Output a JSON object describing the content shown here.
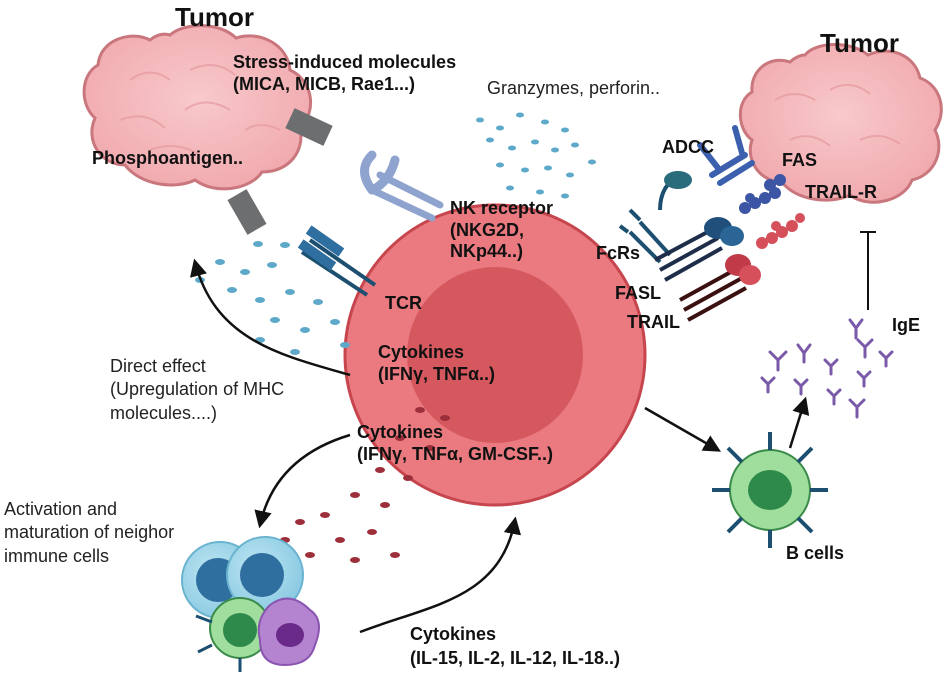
{
  "labels": {
    "tumor_left": "Tumor",
    "tumor_right": "Tumor",
    "stress_line1": "Stress-induced molecules",
    "stress_line2": "(MICA, MICB, Rae1...)",
    "phosphoantigen": "Phosphoantigen..",
    "granzymes": "Granzymes, perforin..",
    "adcc": "ADCC",
    "fas": "FAS",
    "trail_r": "TRAIL-R",
    "nk_line1": "NK receptor",
    "nk_line2": "(NKG2D,",
    "nk_line3": "NKp44..)",
    "fcrs": "FcRs",
    "fasl": "FASL",
    "trail": "TRAIL",
    "tcr": "TCR",
    "ige": "IgE",
    "cyto1_line1": "Cytokines",
    "cyto1_line2": "(IFNγ, TNFα..)",
    "direct_line1": "Direct effect",
    "direct_line2": "(Upregulation of MHC",
    "direct_line3": "molecules....)",
    "cyto2_line1": "Cytokines",
    "cyto2_line2": "(IFNγ, TNFα, GM-CSF..)",
    "activation_line1": "Activation and",
    "activation_line2": "maturation of neighor",
    "activation_line3": "immune cells",
    "bcells": "B cells",
    "cyto3_line1": "Cytokines",
    "cyto3_line2": "(IL-15, IL-2, IL-12, IL-18..)"
  },
  "colors": {
    "tumor_fill": "#f4b8bb",
    "tumor_stroke": "#c9777d",
    "cell_outer": "#ea7a80",
    "cell_inner": "#d5585f",
    "cell_stroke": "#c7464e",
    "granule_blue": "#5ea9c9",
    "granule_red": "#9c2f3a",
    "bcell_fill": "#9fde9c",
    "bcell_nucleus": "#2e8a4a",
    "antibody": "#7a5aa8",
    "receptor_dark": "#1d4f70",
    "receptor_red": "#c13a48",
    "arrow": "#111111"
  },
  "icons": [
    "nk-receptor-icon",
    "tcr-icon",
    "fcr-icon",
    "fasl-icon",
    "trail-icon",
    "antibody-icon",
    "ige-antibody-icon",
    "b-cell-icon",
    "neighbor-immune-cells-icon",
    "tumor-cell-icon"
  ]
}
